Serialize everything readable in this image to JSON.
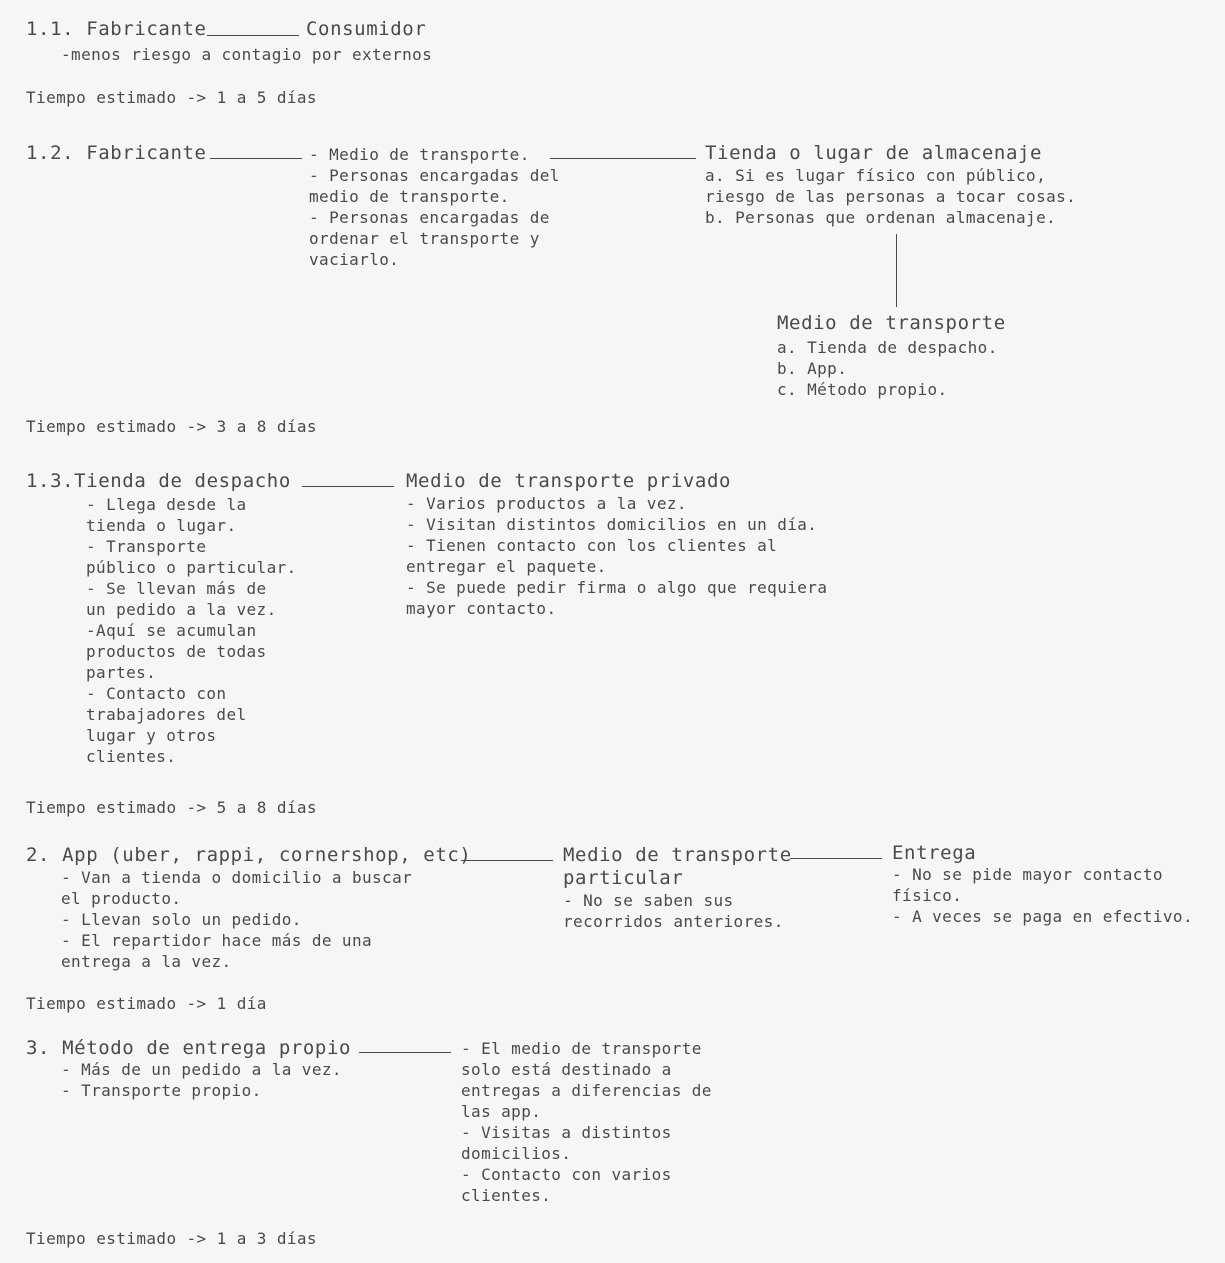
{
  "s11": {
    "heading": "1.1. Fabricante",
    "target": "Consumidor",
    "note": "-menos riesgo a contagio por externos",
    "time": "Tiempo estimado -> 1 a 5 días"
  },
  "s12": {
    "heading": "1.2. Fabricante",
    "transport": [
      "- Medio de transporte.",
      "- Personas encargadas del",
      "medio de transporte.",
      "- Personas encargadas de",
      "ordenar el transporte y",
      "vaciarlo."
    ],
    "store_title": "Tienda o lugar de almacenaje",
    "store_items": [
      "a. Si es lugar físico con público,",
      "riesgo de las personas a tocar cosas.",
      "b. Personas que ordenan almacenaje."
    ],
    "medio_title": "Medio de transporte",
    "medio_items": [
      "a. Tienda de despacho.",
      "b. App.",
      "c. Método propio."
    ],
    "time": "Tiempo estimado -> 3 a 8 días"
  },
  "s13": {
    "heading": "1.3.Tienda de despacho",
    "items": [
      "- Llega desde la",
      "tienda o lugar.",
      "- Transporte",
      "público o particular.",
      "- Se llevan más de",
      "un pedido a la vez.",
      "-Aquí se acumulan",
      "productos de todas",
      "partes.",
      "- Contacto con",
      "trabajadores del",
      "lugar y otros",
      "clientes."
    ],
    "private_title": "Medio de transporte privado",
    "private_items": [
      "- Varios productos a la vez.",
      "- Visitan distintos domicilios en un día.",
      "- Tienen contacto con los clientes al",
      "entregar el paquete.",
      "- Se puede pedir firma o algo que requiera",
      "mayor contacto."
    ],
    "time": "Tiempo estimado -> 5 a 8 días"
  },
  "s2": {
    "heading": "2. App (uber, rappi, cornershop, etc)",
    "items": [
      "- Van a tienda o domicilio a buscar",
      "el producto.",
      "- Llevan solo un pedido.",
      "- El repartidor hace más de una",
      "entrega a la vez."
    ],
    "transport_title": [
      "Medio de transporte",
      "particular"
    ],
    "transport_items": [
      "- No se saben sus",
      "recorridos anteriores."
    ],
    "delivery_title": "Entrega",
    "delivery_items": [
      "- No se pide mayor contacto",
      "físico.",
      "- A veces se paga en efectivo."
    ],
    "time": "Tiempo estimado -> 1 día"
  },
  "s3": {
    "heading": "3. Método de entrega propio",
    "items": [
      "- Más de un pedido a la vez.",
      "- Transporte propio."
    ],
    "transport_items": [
      "- El medio de transporte",
      "solo está destinado a",
      "entregas a diferencias de",
      "las app.",
      "- Visitas a distintos",
      "domicilios.",
      "- Contacto con varios",
      "clientes."
    ],
    "time": "Tiempo estimado -> 1 a 3 días"
  }
}
